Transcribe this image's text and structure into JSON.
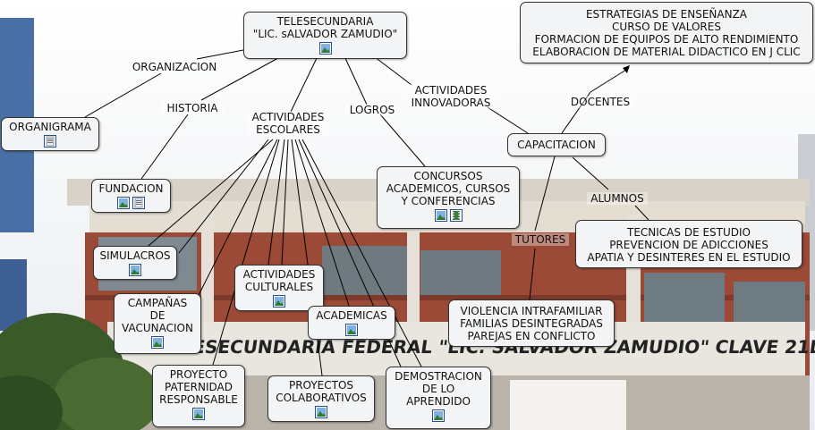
{
  "nodes": {
    "main": "TELESECUNDARIA\n\"LIC. sALVADOR ZAMUDIO\"",
    "estrategias": "ESTRATEGIAS DE ENSEÑANZA\nCURSO DE VALORES\nFORMACION DE EQUIPOS DE ALTO RENDIMIENTO\nELABORACION DE MATERIAL DIDACTICO EN J CLIC",
    "organigrama": "ORGANIGRAMA",
    "fundacion": "FUNDACION",
    "concursos": "CONCURSOS\nACADEMICOS, CURSOS\nY CONFERENCIAS",
    "capacitacion": "CAPACITACION",
    "tecnicas": "TECNICAS DE ESTUDIO\nPREVENCION DE ADICCIONES\nAPATIA Y DESINTERES EN EL ESTUDIO",
    "simulacros": "SIMULACROS",
    "culturales": "ACTIVIDADES\nCULTURALES",
    "campanas": "CAMPAÑAS\nDE\nVACUNACION",
    "academicas": "ACADEMICAS",
    "violencia": "VIOLENCIA INTRAFAMILIAR\nFAMILIAS DESINTEGRADAS\nPAREJAS EN CONFLICTO",
    "paternidad": "PROYECTO\nPATERNIDAD\nRESPONSABLE",
    "colaborativos": "PROYECTOS\nCOLABORATIVOS",
    "demostracion": "DEMOSTRACION\nDE LO\nAPRENDIDO"
  },
  "links": {
    "organizacion": "ORGANIZACION",
    "historia": "HISTORIA",
    "escolares": "ACTIVIDADES\nESCOLARES",
    "logros": "LOGROS",
    "innovadoras": "ACTIVIDADES\nINNOVADORAS",
    "docentes": "DOCENTES",
    "alumnos": "ALUMNOS",
    "tutores": "TUTORES"
  },
  "colors": {
    "node_fill": "#f2f4f6",
    "node_border": "#333333",
    "line": "#000000"
  }
}
